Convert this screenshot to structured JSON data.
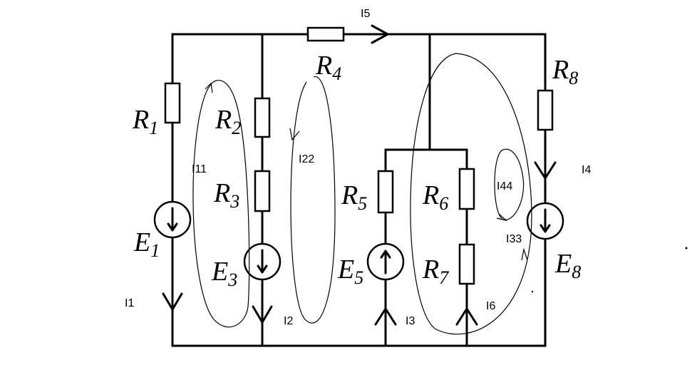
{
  "components": {
    "R1": {
      "letter": "R",
      "sub": "1"
    },
    "R2": {
      "letter": "R",
      "sub": "2"
    },
    "R3": {
      "letter": "R",
      "sub": "3"
    },
    "R4": {
      "letter": "R",
      "sub": "4"
    },
    "R5": {
      "letter": "R",
      "sub": "5"
    },
    "R6": {
      "letter": "R",
      "sub": "6"
    },
    "R7": {
      "letter": "R",
      "sub": "7"
    },
    "R8": {
      "letter": "R",
      "sub": "8"
    },
    "E1": {
      "letter": "E",
      "sub": "1"
    },
    "E3": {
      "letter": "E",
      "sub": "3"
    },
    "E5": {
      "letter": "E",
      "sub": "5"
    },
    "E8": {
      "letter": "E",
      "sub": "8"
    }
  },
  "currents": {
    "I1": "I1",
    "I2": "I2",
    "I3": "I3",
    "I4": "I4",
    "I5": "I5",
    "I6": "I6"
  },
  "loops": {
    "I11": "I11",
    "I22": "I22",
    "I33": "I33",
    "I44": "I44"
  }
}
